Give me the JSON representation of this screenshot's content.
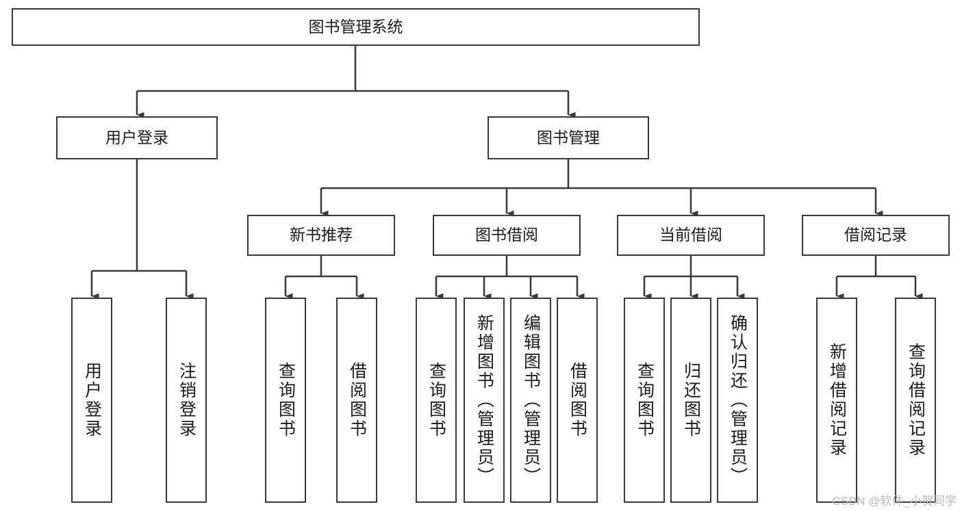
{
  "diagram": {
    "title": "图书管理系统",
    "type": "tree-hierarchy-chart",
    "colors": {
      "box_border": "#3a3a3a",
      "box_fill": "#ffffff",
      "connector": "#3a3a3a",
      "text": "#1b1b1b",
      "watermark": "#b9b9b9",
      "background": "#ffffff"
    },
    "root": {
      "label": "图书管理系统"
    },
    "level2": [
      {
        "id": "user-login",
        "label": "用户登录"
      },
      {
        "id": "book-management",
        "label": "图书管理"
      }
    ],
    "level3": [
      {
        "id": "new-book-recommend",
        "label": "新书推荐"
      },
      {
        "id": "book-borrow",
        "label": "图书借阅"
      },
      {
        "id": "current-borrow",
        "label": "当前借阅"
      },
      {
        "id": "borrow-record",
        "label": "借阅记录"
      }
    ],
    "leaves": {
      "user_login": [
        {
          "id": "leaf-user-login",
          "label": "用户登录"
        },
        {
          "id": "leaf-logout-login",
          "label": "注销登录"
        }
      ],
      "new_book_recommend": [
        {
          "id": "leaf-query-book-1",
          "label": "查询图书"
        },
        {
          "id": "leaf-borrow-book-1",
          "label": "借阅图书"
        }
      ],
      "book_borrow": [
        {
          "id": "leaf-query-book-2",
          "label": "查询图书"
        },
        {
          "id": "leaf-add-book-admin",
          "label": "新增图书（管理员）"
        },
        {
          "id": "leaf-edit-book-admin",
          "label": "编辑图书（管理员）"
        },
        {
          "id": "leaf-borrow-book-2",
          "label": "借阅图书"
        }
      ],
      "current_borrow": [
        {
          "id": "leaf-query-book-3",
          "label": "查询图书"
        },
        {
          "id": "leaf-return-book",
          "label": "归还图书"
        },
        {
          "id": "leaf-confirm-return-admin",
          "label": "确认归还（管理员）"
        }
      ],
      "borrow_record": [
        {
          "id": "leaf-add-borrow-record",
          "label": "新增借阅记录"
        },
        {
          "id": "leaf-query-borrow-record",
          "label": "查询借阅记录"
        }
      ]
    },
    "watermark": "CSDN @软件_小贺同学"
  }
}
